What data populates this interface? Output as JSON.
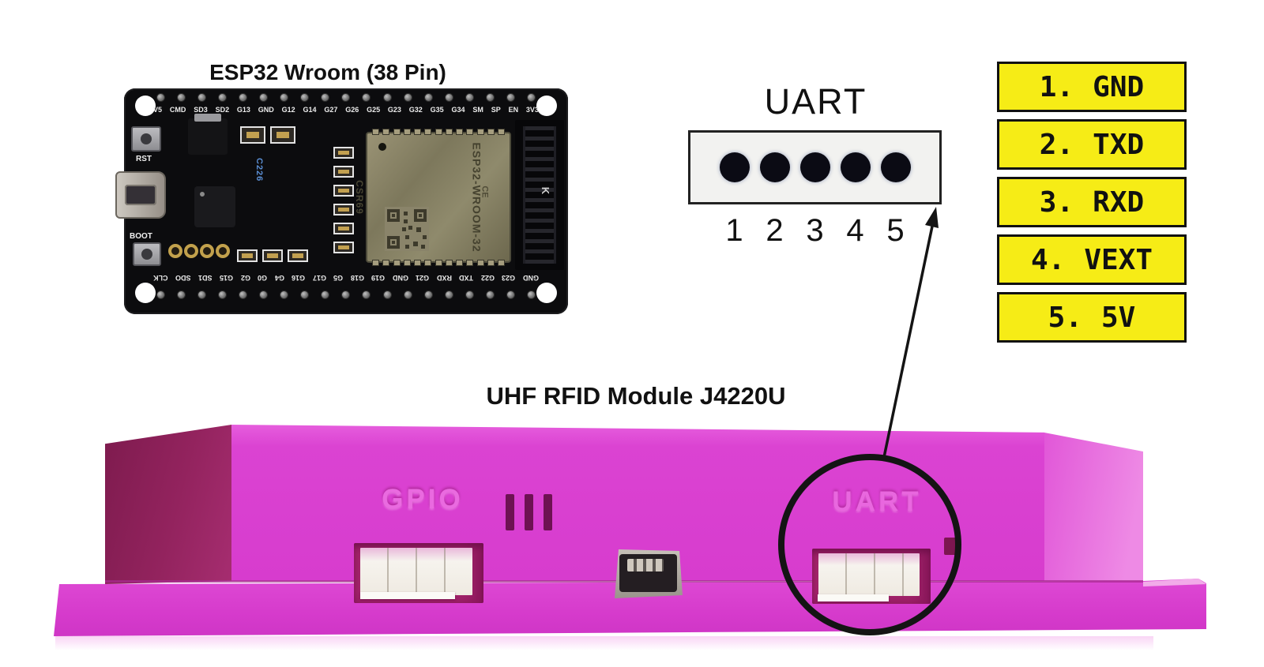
{
  "esp32": {
    "title": "ESP32 Wroom (38 Pin)",
    "top_pins": [
      "V5",
      "CMD",
      "SD3",
      "SD2",
      "G13",
      "GND",
      "G12",
      "G14",
      "G27",
      "G26",
      "G25",
      "G23",
      "G32",
      "G35",
      "G34",
      "SM",
      "SP",
      "EN",
      "3V3"
    ],
    "bottom_pins": [
      "CLK",
      "SDO",
      "SD1",
      "G15",
      "G2",
      "G0",
      "G4",
      "G16",
      "G17",
      "G5",
      "G18",
      "G19",
      "GND",
      "G21",
      "RXD",
      "TXD",
      "G22",
      "G23",
      "GND"
    ],
    "rst_label": "RST",
    "boot_label": "BOOT",
    "shield_label": "ESP32-WROOM-32",
    "shield_side_label": "CSR69",
    "ce_label": "CE",
    "antenna_label": "K",
    "cap_label": "C226"
  },
  "uart_diagram": {
    "title": "UART",
    "pins": [
      "1",
      "2",
      "3",
      "4",
      "5"
    ]
  },
  "legend": {
    "items": [
      {
        "num": "1.",
        "label": "GND"
      },
      {
        "num": "2.",
        "label": "TXD"
      },
      {
        "num": "3.",
        "label": "RXD"
      },
      {
        "num": "4.",
        "label": "VEXT"
      },
      {
        "num": "5.",
        "label": "5V"
      }
    ]
  },
  "module": {
    "title": "UHF RFID Module J4220U",
    "gpio_label": "GPIO",
    "uart_label": "UART"
  },
  "colors": {
    "legend_yellow": "#f6ec16",
    "module_pink": "#db41d2",
    "module_dark_side": "#8a1f58",
    "board_black": "#0c0c0e"
  }
}
